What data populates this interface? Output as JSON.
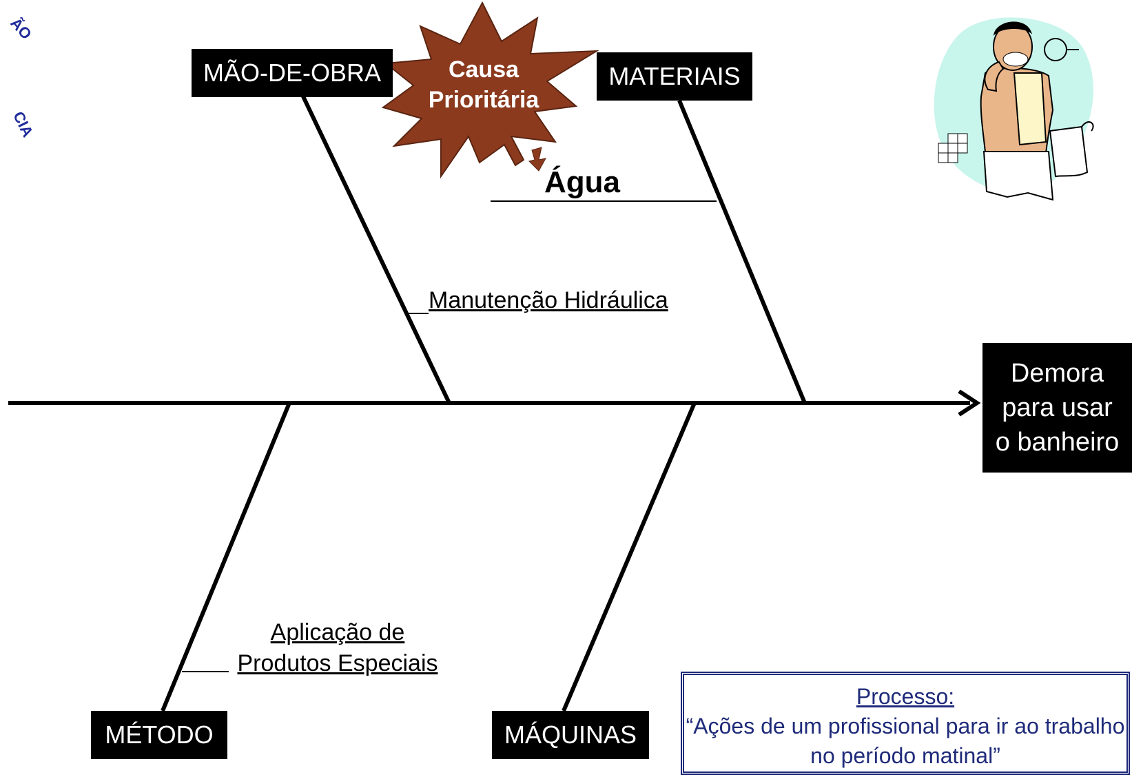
{
  "categories": {
    "mao_de_obra": "MÃO-DE-OBRA",
    "materiais": "MATERIAIS",
    "metodo": "MÉTODO",
    "maquinas": "MÁQUINAS"
  },
  "effect": {
    "line1": "Demora",
    "line2": "para usar",
    "line3": "o banheiro"
  },
  "causes": {
    "agua": "Água",
    "manutencao": "Manutenção Hidráulica",
    "aplicacao_line1": "Aplicação de",
    "aplicacao_line2": "Produtos Especiais"
  },
  "highlight": {
    "line1": "Causa",
    "line2": "Prioritária",
    "fill_color": "#8b3a1e"
  },
  "process": {
    "title": "Processo:",
    "description": "“Ações de um profissional para ir ao trabalho no período matinal”"
  },
  "colors": {
    "line": "#000000",
    "box_fill": "#000000",
    "process_text": "#1f2b7a",
    "corner_stamp_text": "#1f2b9a"
  },
  "corner_stamp": {
    "fragment_top": "ÃO",
    "fragment_bottom": "CIA"
  },
  "icons": {
    "clipart": "man-shaving-icon"
  }
}
